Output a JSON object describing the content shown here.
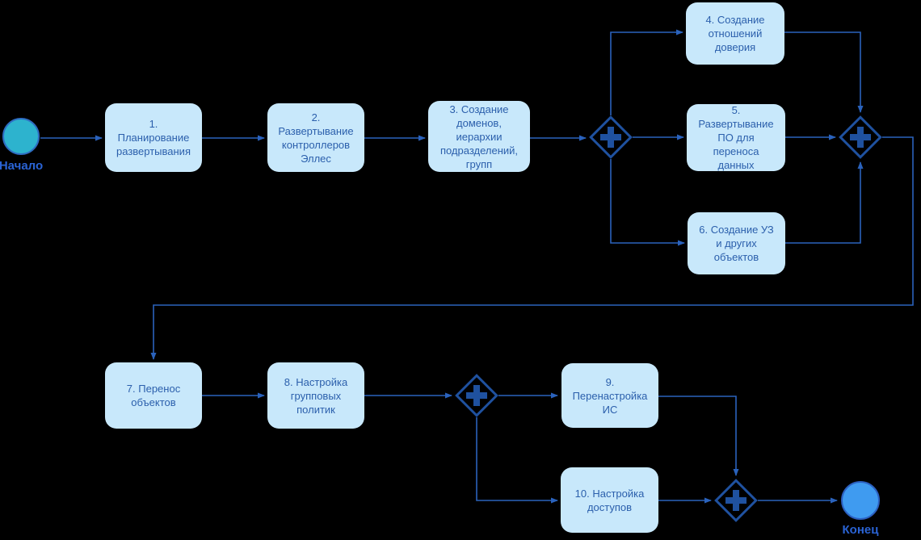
{
  "diagram": {
    "type": "bpmn-flowchart",
    "background_color": "#000000",
    "colors": {
      "task_fill": "#C8E8FB",
      "task_text": "#2B5FAC",
      "connector": "#2A62BC",
      "gateway": "#1F519F",
      "start_fill": "#2DB3CE",
      "start_border": "#2E6CC2",
      "end_fill": "#3F9BF0",
      "end_border": "#2B5FC0",
      "event_label_color": "#2A63D4"
    },
    "start_event": {
      "label": "Начало"
    },
    "end_event": {
      "label": "Конец"
    },
    "tasks": [
      {
        "id": "task-1",
        "label": "1. Планирование развертывания"
      },
      {
        "id": "task-2",
        "label": "2. Развертывание контроллеров Эллес"
      },
      {
        "id": "task-3",
        "label": "3. Создание доменов, иерархии подразделений, групп"
      },
      {
        "id": "task-4",
        "label": "4. Создание отношений доверия"
      },
      {
        "id": "task-5",
        "label": "5. Развертывание ПО для переноса данных"
      },
      {
        "id": "task-6",
        "label": "6. Создание УЗ и других объектов"
      },
      {
        "id": "task-7",
        "label": "7. Перенос объектов"
      },
      {
        "id": "task-8",
        "label": "8. Настройка групповых политик"
      },
      {
        "id": "task-9",
        "label": "9. Перенастройка ИС"
      },
      {
        "id": "task-10",
        "label": "10. Настройка доступов"
      }
    ],
    "gateways": [
      {
        "id": "gateway-split-1",
        "type": "parallel",
        "icon": "plus-icon"
      },
      {
        "id": "gateway-join-1",
        "type": "parallel",
        "icon": "plus-icon"
      },
      {
        "id": "gateway-split-2",
        "type": "parallel",
        "icon": "plus-icon"
      },
      {
        "id": "gateway-join-2",
        "type": "parallel",
        "icon": "plus-icon"
      }
    ],
    "edges": [
      {
        "from": "start",
        "to": "task-1"
      },
      {
        "from": "task-1",
        "to": "task-2"
      },
      {
        "from": "task-2",
        "to": "task-3"
      },
      {
        "from": "task-3",
        "to": "gateway-split-1"
      },
      {
        "from": "gateway-split-1",
        "to": "task-4"
      },
      {
        "from": "gateway-split-1",
        "to": "task-5"
      },
      {
        "from": "gateway-split-1",
        "to": "task-6"
      },
      {
        "from": "task-4",
        "to": "gateway-join-1"
      },
      {
        "from": "task-5",
        "to": "gateway-join-1"
      },
      {
        "from": "task-6",
        "to": "gateway-join-1"
      },
      {
        "from": "gateway-join-1",
        "to": "task-7"
      },
      {
        "from": "task-7",
        "to": "task-8"
      },
      {
        "from": "task-8",
        "to": "gateway-split-2"
      },
      {
        "from": "gateway-split-2",
        "to": "task-9"
      },
      {
        "from": "gateway-split-2",
        "to": "task-10"
      },
      {
        "from": "task-9",
        "to": "gateway-join-2"
      },
      {
        "from": "task-10",
        "to": "gateway-join-2"
      },
      {
        "from": "gateway-join-2",
        "to": "end"
      }
    ]
  }
}
